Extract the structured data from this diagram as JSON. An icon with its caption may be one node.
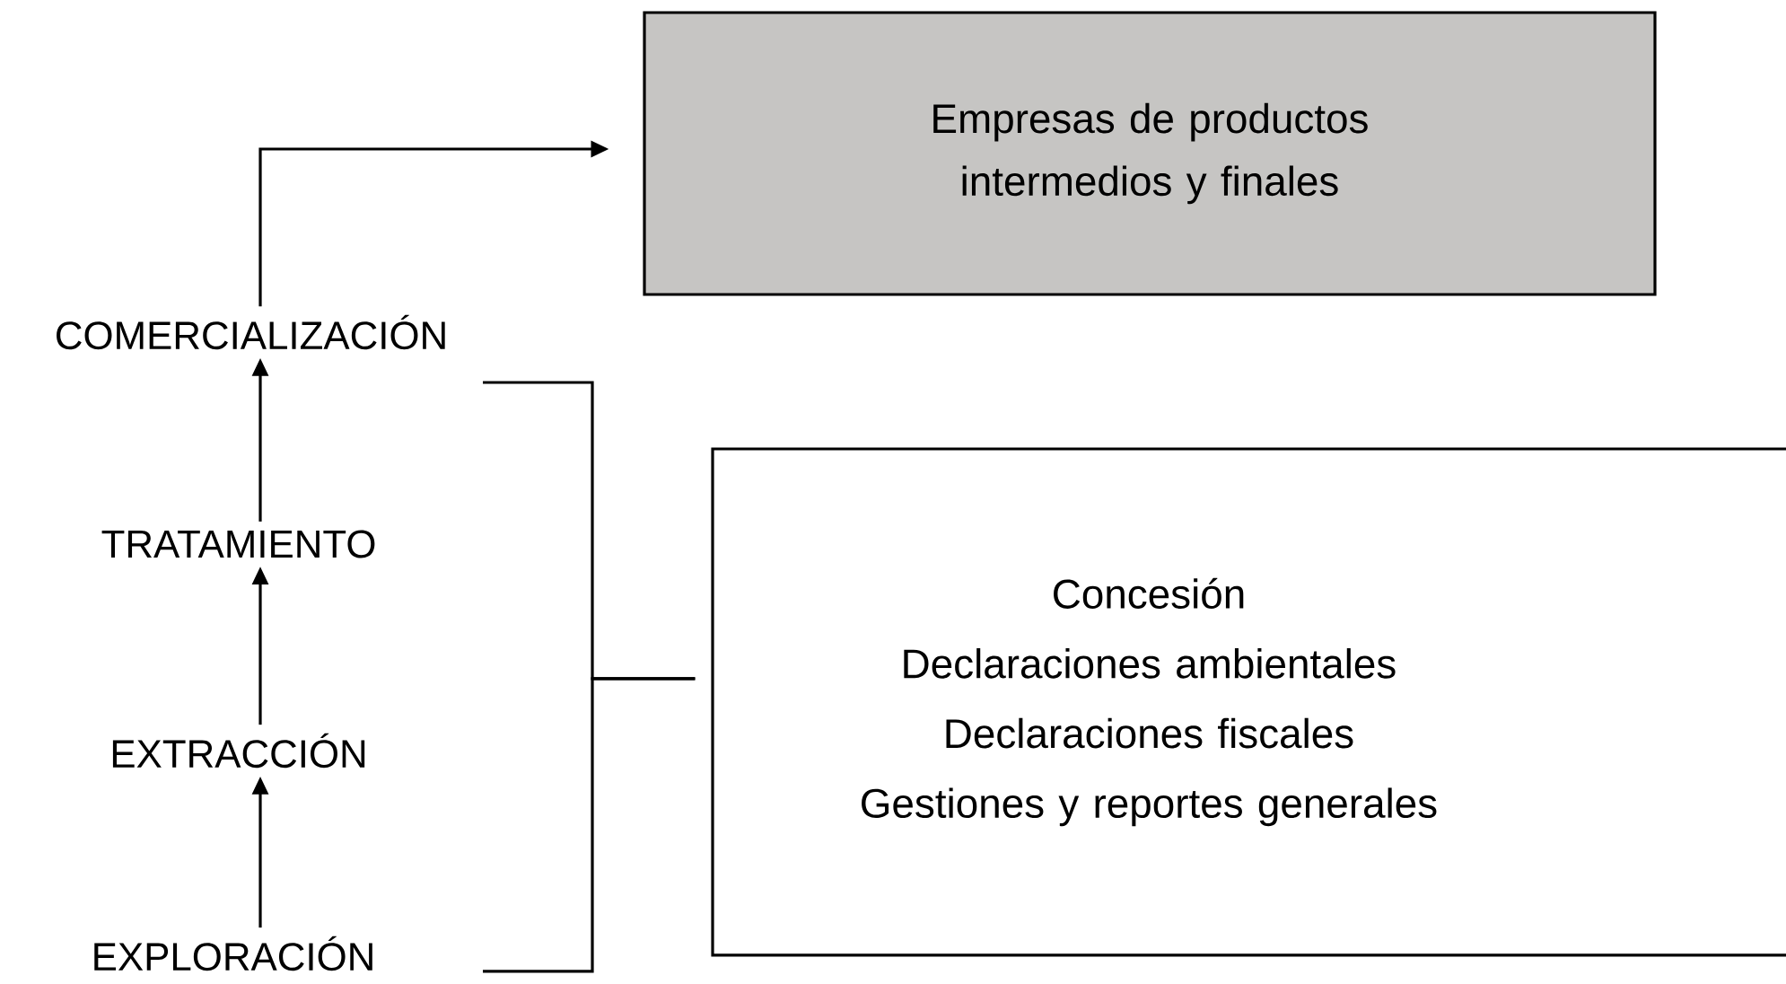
{
  "diagram": {
    "nodes": [
      {
        "text": [
          "COMERCIALIZACIÓN"
        ]
      },
      {
        "text": [
          "TRATAMIENTO"
        ]
      },
      {
        "text": [
          "EXTRACCIÓN"
        ]
      },
      {
        "text": [
          "EXPLORACIÓN"
        ]
      },
      {
        "text": [
          "Empresas de productos intermedios y finales"
        ]
      },
      {
        "text": [
          "Concesión",
          "Declaraciones ambientales",
          "Declaraciones fiscales",
          "Gestiones y reportes generales"
        ]
      }
    ],
    "edges": [
      {
        "from": 3,
        "to": 2,
        "arrow": "to"
      },
      {
        "from": 2,
        "to": 1,
        "arrow": "to"
      },
      {
        "from": 1,
        "to": 0,
        "arrow": "to"
      },
      {
        "from": 0,
        "to": 4,
        "arrow": "to"
      },
      {
        "from": 0,
        "to": 5,
        "arrow": "none"
      },
      {
        "from": 3,
        "to": 5,
        "arrow": "none"
      }
    ]
  }
}
